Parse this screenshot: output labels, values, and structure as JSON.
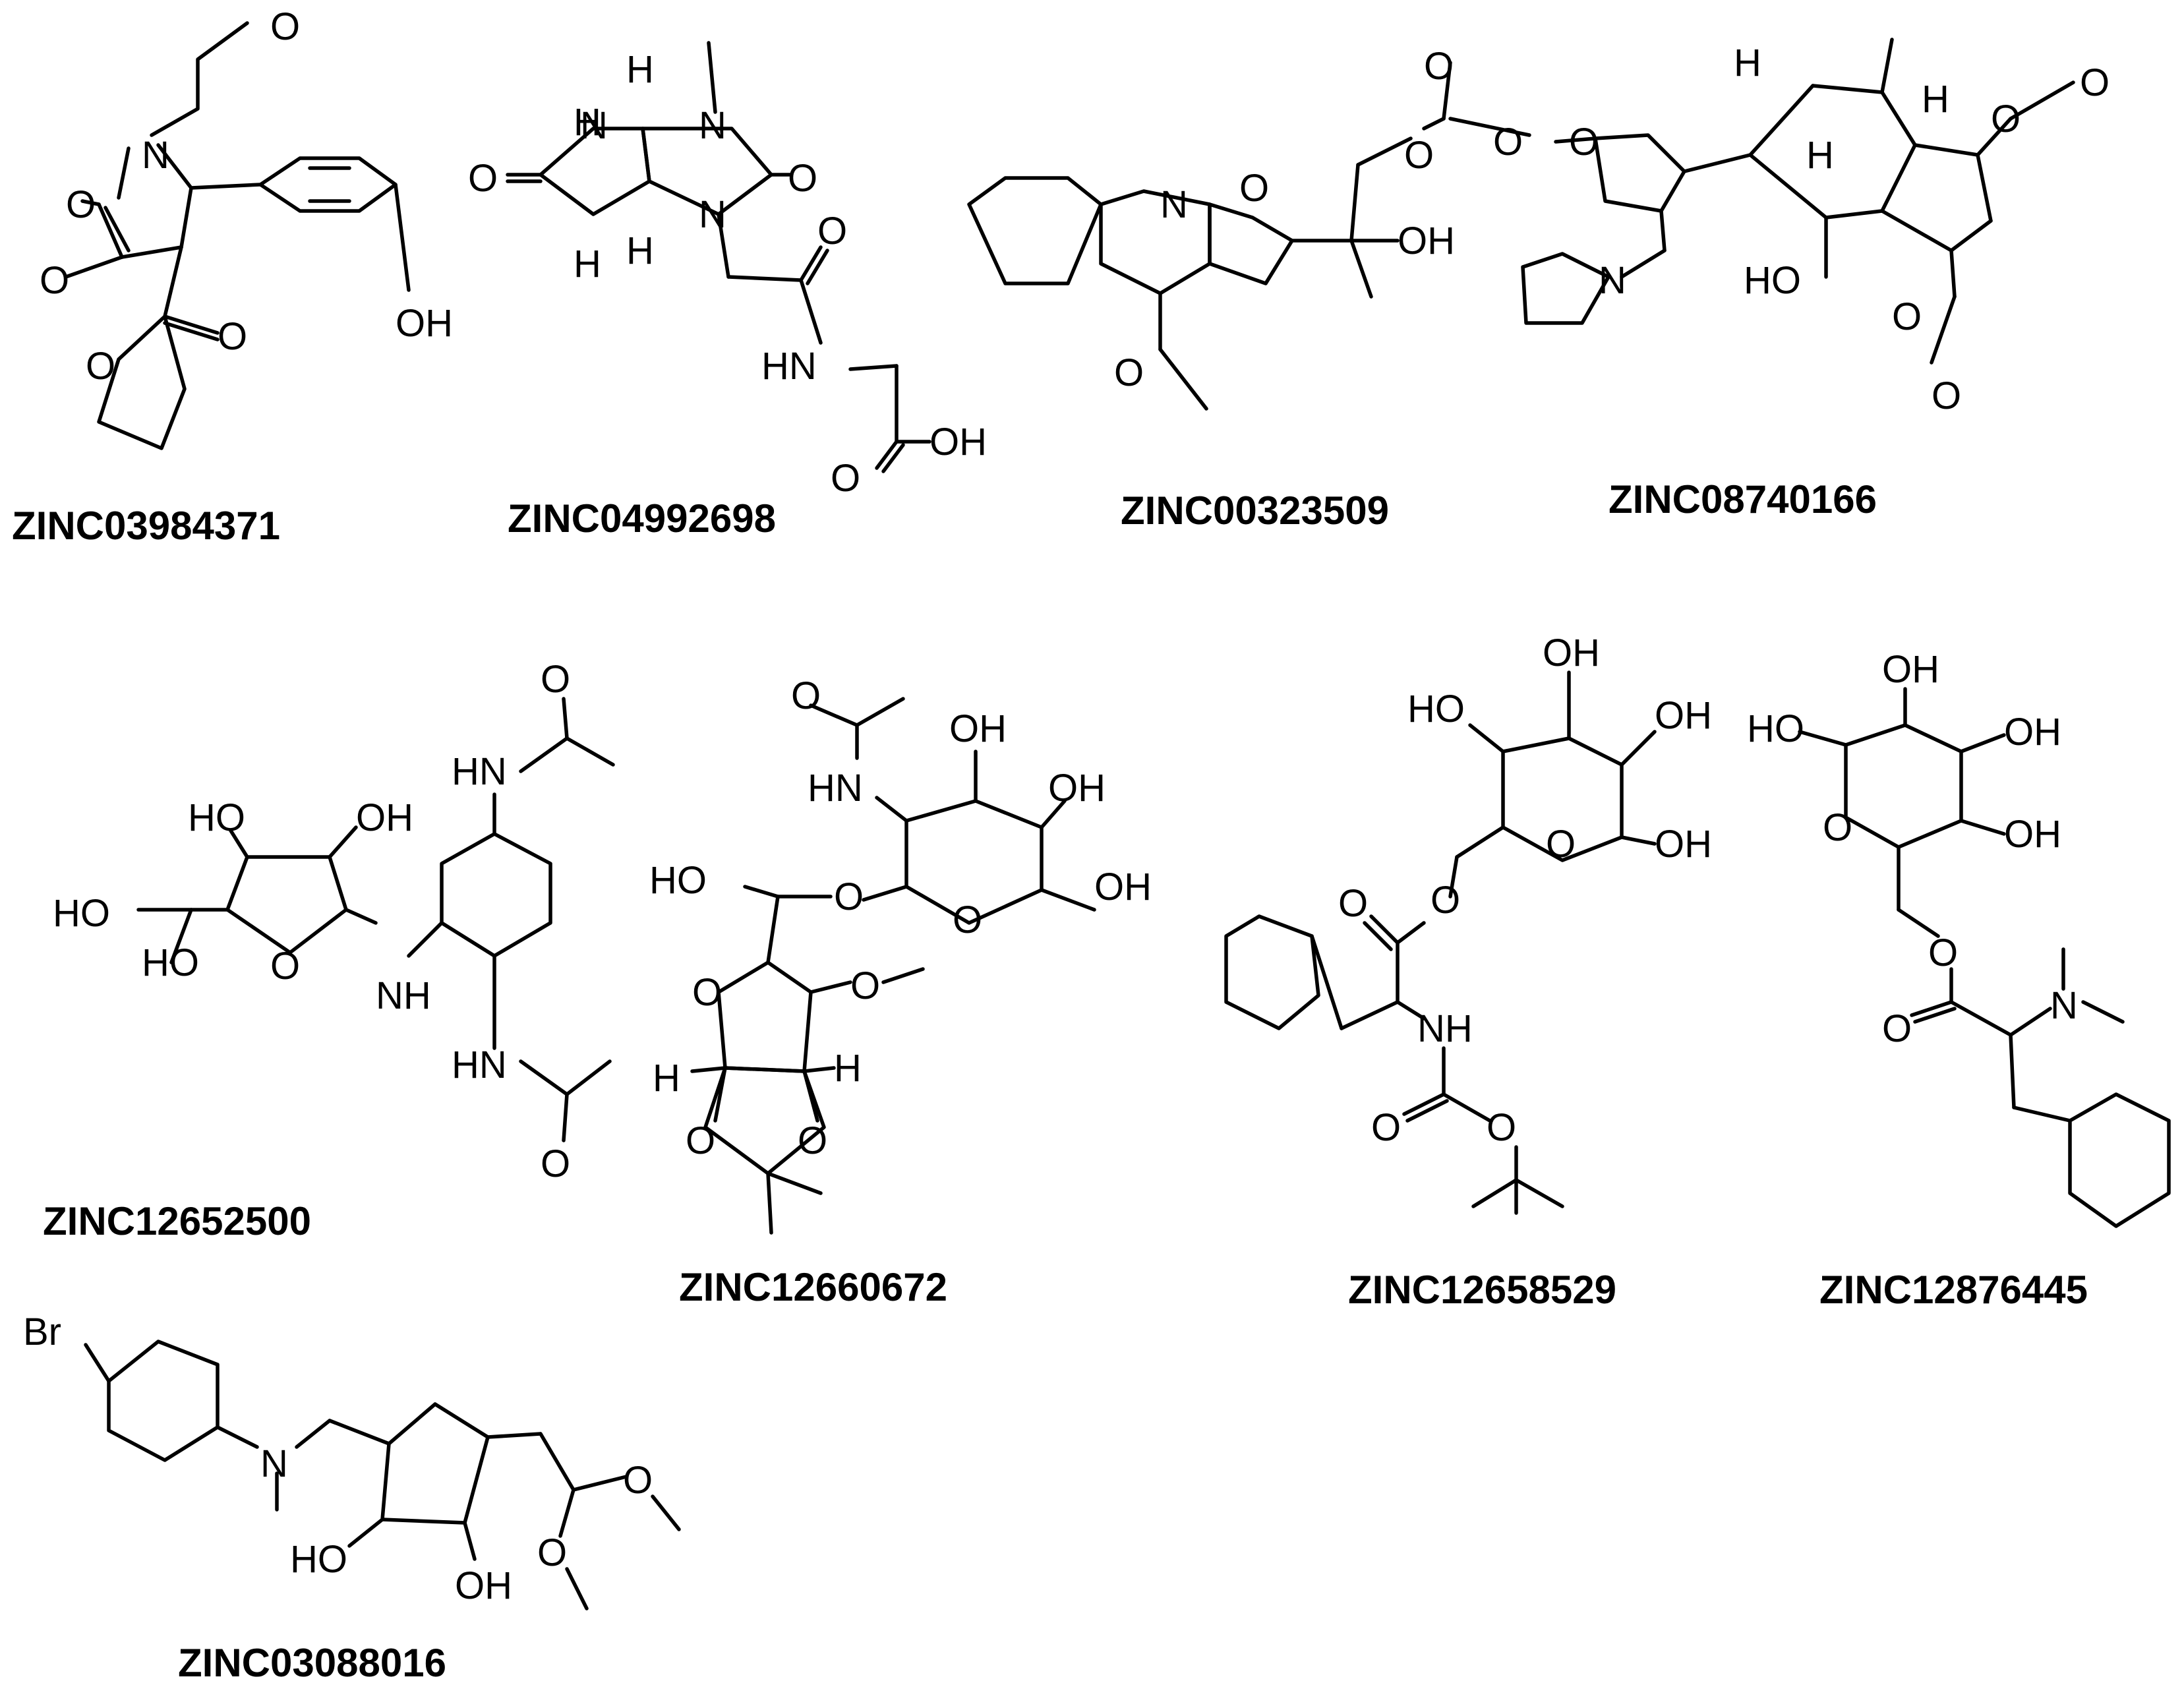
{
  "compounds": [
    {
      "id": "ZINC03984371"
    },
    {
      "id": "ZINC04992698"
    },
    {
      "id": "ZINC00323509"
    },
    {
      "id": "ZINC08740166"
    },
    {
      "id": "ZINC12652500"
    },
    {
      "id": "ZINC12660672"
    },
    {
      "id": "ZINC12658529"
    },
    {
      "id": "ZINC12876445"
    },
    {
      "id": "ZINC03088016"
    }
  ],
  "atom_labels": {
    "O": "O",
    "N": "N",
    "H": "H",
    "HN": "HN",
    "NH": "NH",
    "OH": "OH",
    "HO": "HO",
    "Br": "Br"
  }
}
